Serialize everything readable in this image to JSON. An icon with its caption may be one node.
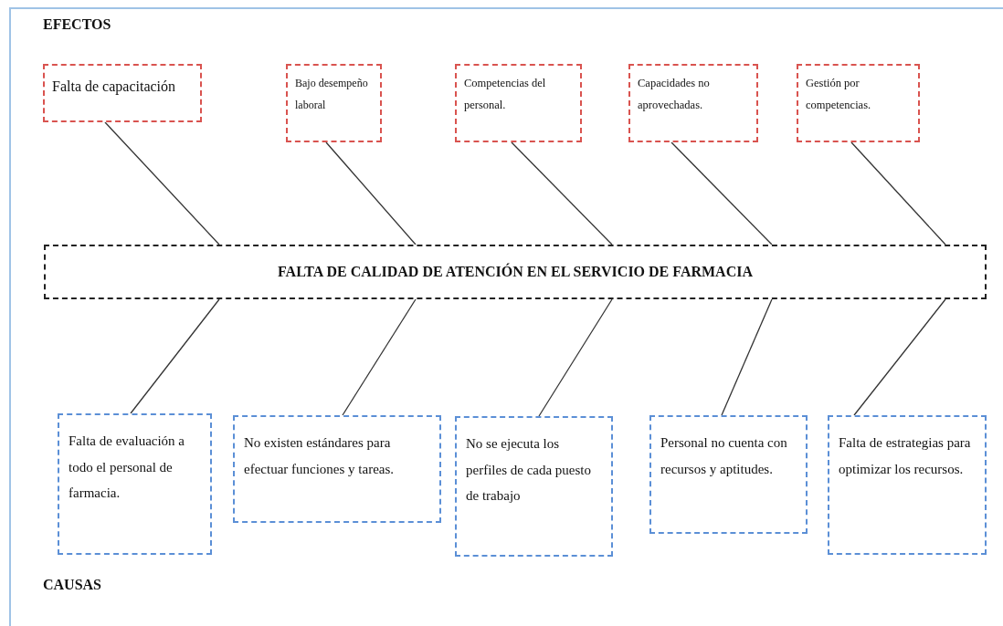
{
  "diagram": {
    "nodes": [
      {
        "text": [
          "Falta de capacitación"
        ]
      },
      {
        "text": [
          "Bajo desempeño laboral"
        ]
      },
      {
        "text": [
          "Competencias del personal."
        ]
      },
      {
        "text": [
          "Capacidades no aprovechadas."
        ]
      },
      {
        "text": [
          "Gestión por competencias."
        ]
      },
      {
        "text": [
          "FALTA DE CALIDAD DE ATENCIÓN EN EL SERVICIO DE FARMACIA"
        ]
      },
      {
        "text": [
          "Falta de evaluación a todo el personal de farmacia."
        ]
      },
      {
        "text": [
          "No existen estándares para efectuar funciones y tareas."
        ]
      },
      {
        "text": [
          "No se ejecuta los perfiles de cada puesto de trabajo"
        ]
      },
      {
        "text": [
          "Personal no cuenta con recursos y aptitudes."
        ]
      },
      {
        "text": [
          "Falta de estrategias para optimizar los recursos."
        ]
      }
    ],
    "edges": [
      {
        "from": 0,
        "to": 5,
        "arrow": "none"
      },
      {
        "from": 1,
        "to": 5,
        "arrow": "none"
      },
      {
        "from": 2,
        "to": 5,
        "arrow": "none"
      },
      {
        "from": 3,
        "to": 5,
        "arrow": "none"
      },
      {
        "from": 4,
        "to": 5,
        "arrow": "none"
      },
      {
        "from": 6,
        "to": 5,
        "arrow": "none"
      },
      {
        "from": 7,
        "to": 5,
        "arrow": "none"
      },
      {
        "from": 8,
        "to": 5,
        "arrow": "none"
      },
      {
        "from": 9,
        "to": 5,
        "arrow": "none"
      },
      {
        "from": 10,
        "to": 5,
        "arrow": "none"
      }
    ],
    "labels": [
      "EFECTOS",
      "CAUSAS"
    ]
  }
}
